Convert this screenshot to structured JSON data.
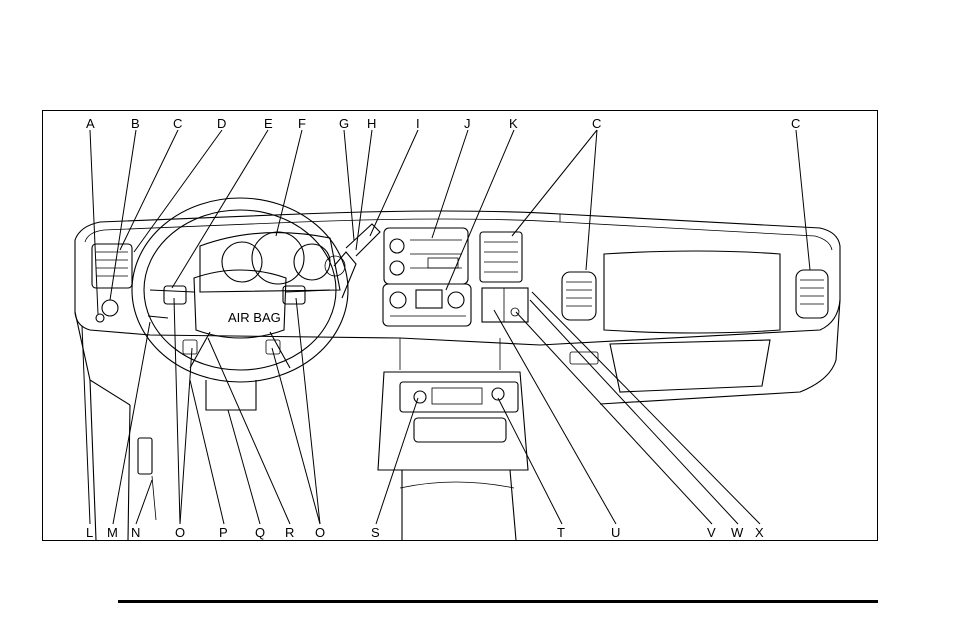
{
  "figure": {
    "top_callouts": [
      "A",
      "B",
      "C",
      "D",
      "E",
      "F",
      "G",
      "H",
      "I",
      "J",
      "K",
      "C",
      "C"
    ],
    "bottom_callouts": [
      "L",
      "M",
      "N",
      "O",
      "P",
      "Q",
      "R",
      "O",
      "S",
      "T",
      "U",
      "V",
      "W",
      "X"
    ],
    "steering_wheel_text": "AIR BAG"
  },
  "colors": {
    "line": "#000000",
    "background": "#ffffff"
  }
}
